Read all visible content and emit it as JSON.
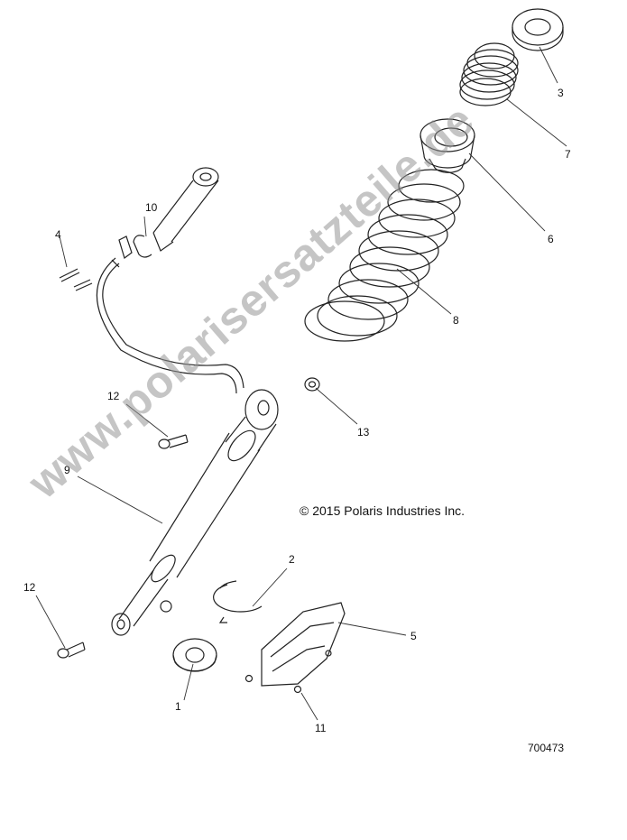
{
  "callouts": {
    "c1": "1",
    "c2": "2",
    "c3": "3",
    "c4": "4",
    "c5": "5",
    "c6": "6",
    "c7": "7",
    "c8": "8",
    "c9": "9",
    "c10": "10",
    "c11": "11",
    "c12a": "12",
    "c12b": "12",
    "c13": "13"
  },
  "copyright": "© 2015 Polaris Industries Inc.",
  "diagram_number": "700473",
  "watermark": "www.polarisersatzteile.de"
}
